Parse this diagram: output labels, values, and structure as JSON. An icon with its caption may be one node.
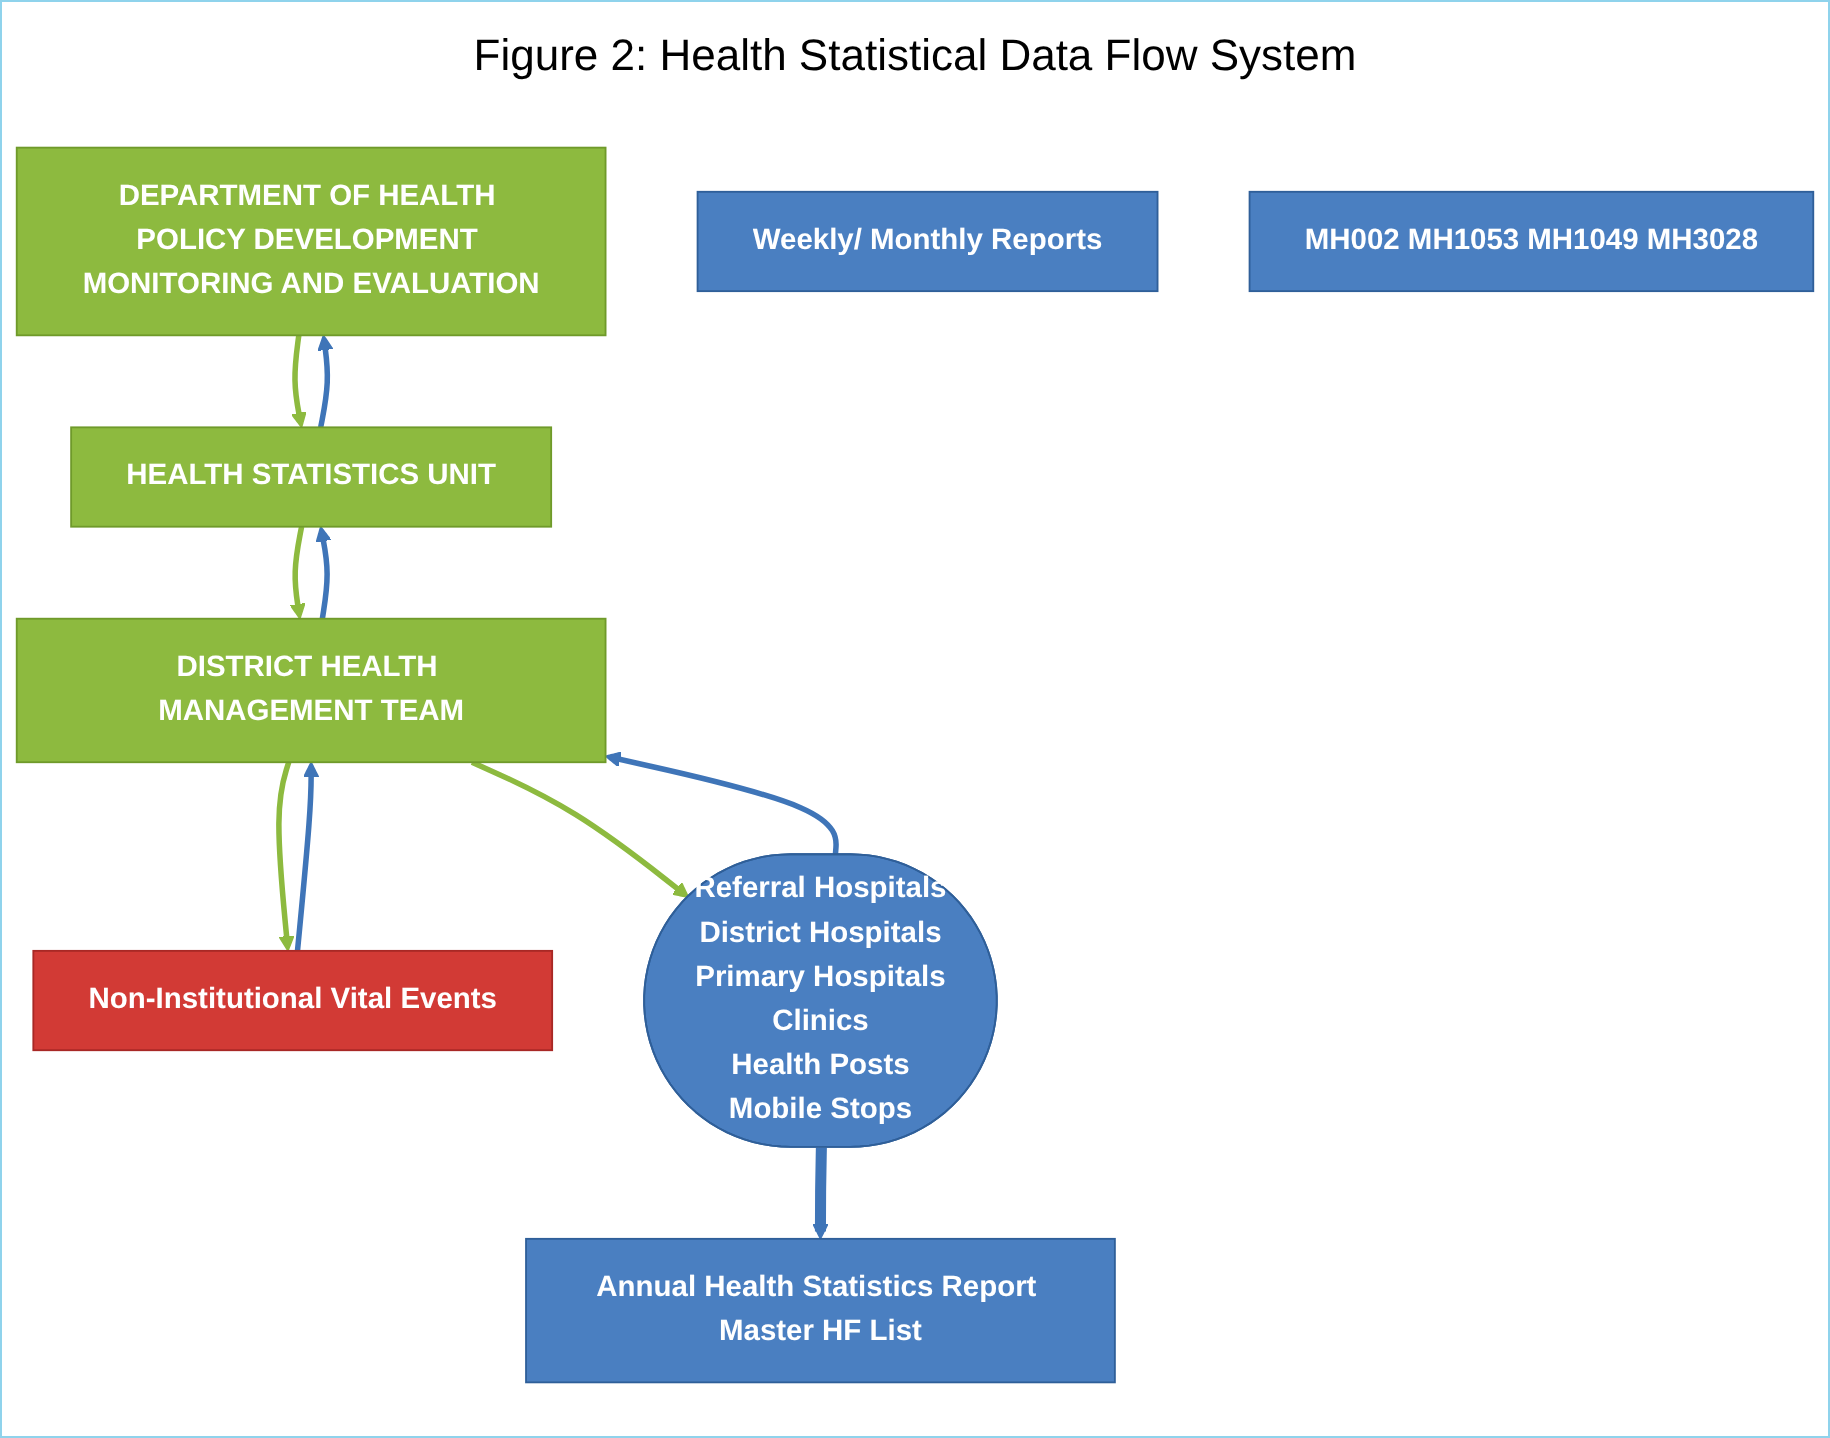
{
  "diagram": {
    "title": "Figure 2: Health Statistical Data Flow System",
    "nodes": [
      {
        "text": [
          "DEPARTMENT OF HEALTH POLICY DEVELOPMENT MONITORING AND EVALUATION"
        ]
      },
      {
        "text": [
          "Annual Health Statistics Report Master HF List"
        ]
      },
      {
        "text": [
          "HEALTH STATISTICS UNIT"
        ]
      },
      {
        "text": [
          "Weekly/ Monthly Reports"
        ]
      },
      {
        "text": [
          "DISTRICT HEALTH MANAGEMENT TEAM"
        ]
      },
      {
        "text": [
          "Non-Institutional Vital Events"
        ]
      },
      {
        "text": [
          "MH002 MH1053 MH1049 MH3028"
        ]
      },
      {
        "text": [
          "Referral Hospitals",
          "District Hospitals",
          "Primary Hospitals",
          "Clinics",
          "Health Posts",
          "Mobile Stops"
        ]
      }
    ],
    "edges": [
      {
        "from": 2,
        "to": 0,
        "arrow": "to",
        "color": "#3f75b8"
      },
      {
        "from": 0,
        "to": 2,
        "arrow": "to",
        "color": "#8dba3f"
      },
      {
        "from": 4,
        "to": 2,
        "arrow": "to",
        "color": "#3f75b8"
      },
      {
        "from": 2,
        "to": 4,
        "arrow": "to",
        "color": "#8dba3f"
      },
      {
        "from": 5,
        "to": 4,
        "arrow": "to",
        "color": "#3f75b8"
      },
      {
        "from": 4,
        "to": 5,
        "arrow": "to",
        "color": "#8dba3f"
      },
      {
        "from": 7,
        "to": 4,
        "arrow": "to",
        "color": "#3f75b8"
      },
      {
        "from": 4,
        "to": 7,
        "arrow": "to",
        "color": "#8dba3f"
      },
      {
        "from": 7,
        "to": 1,
        "arrow": "to",
        "style": "thick",
        "color": "#3f75b8"
      }
    ]
  }
}
